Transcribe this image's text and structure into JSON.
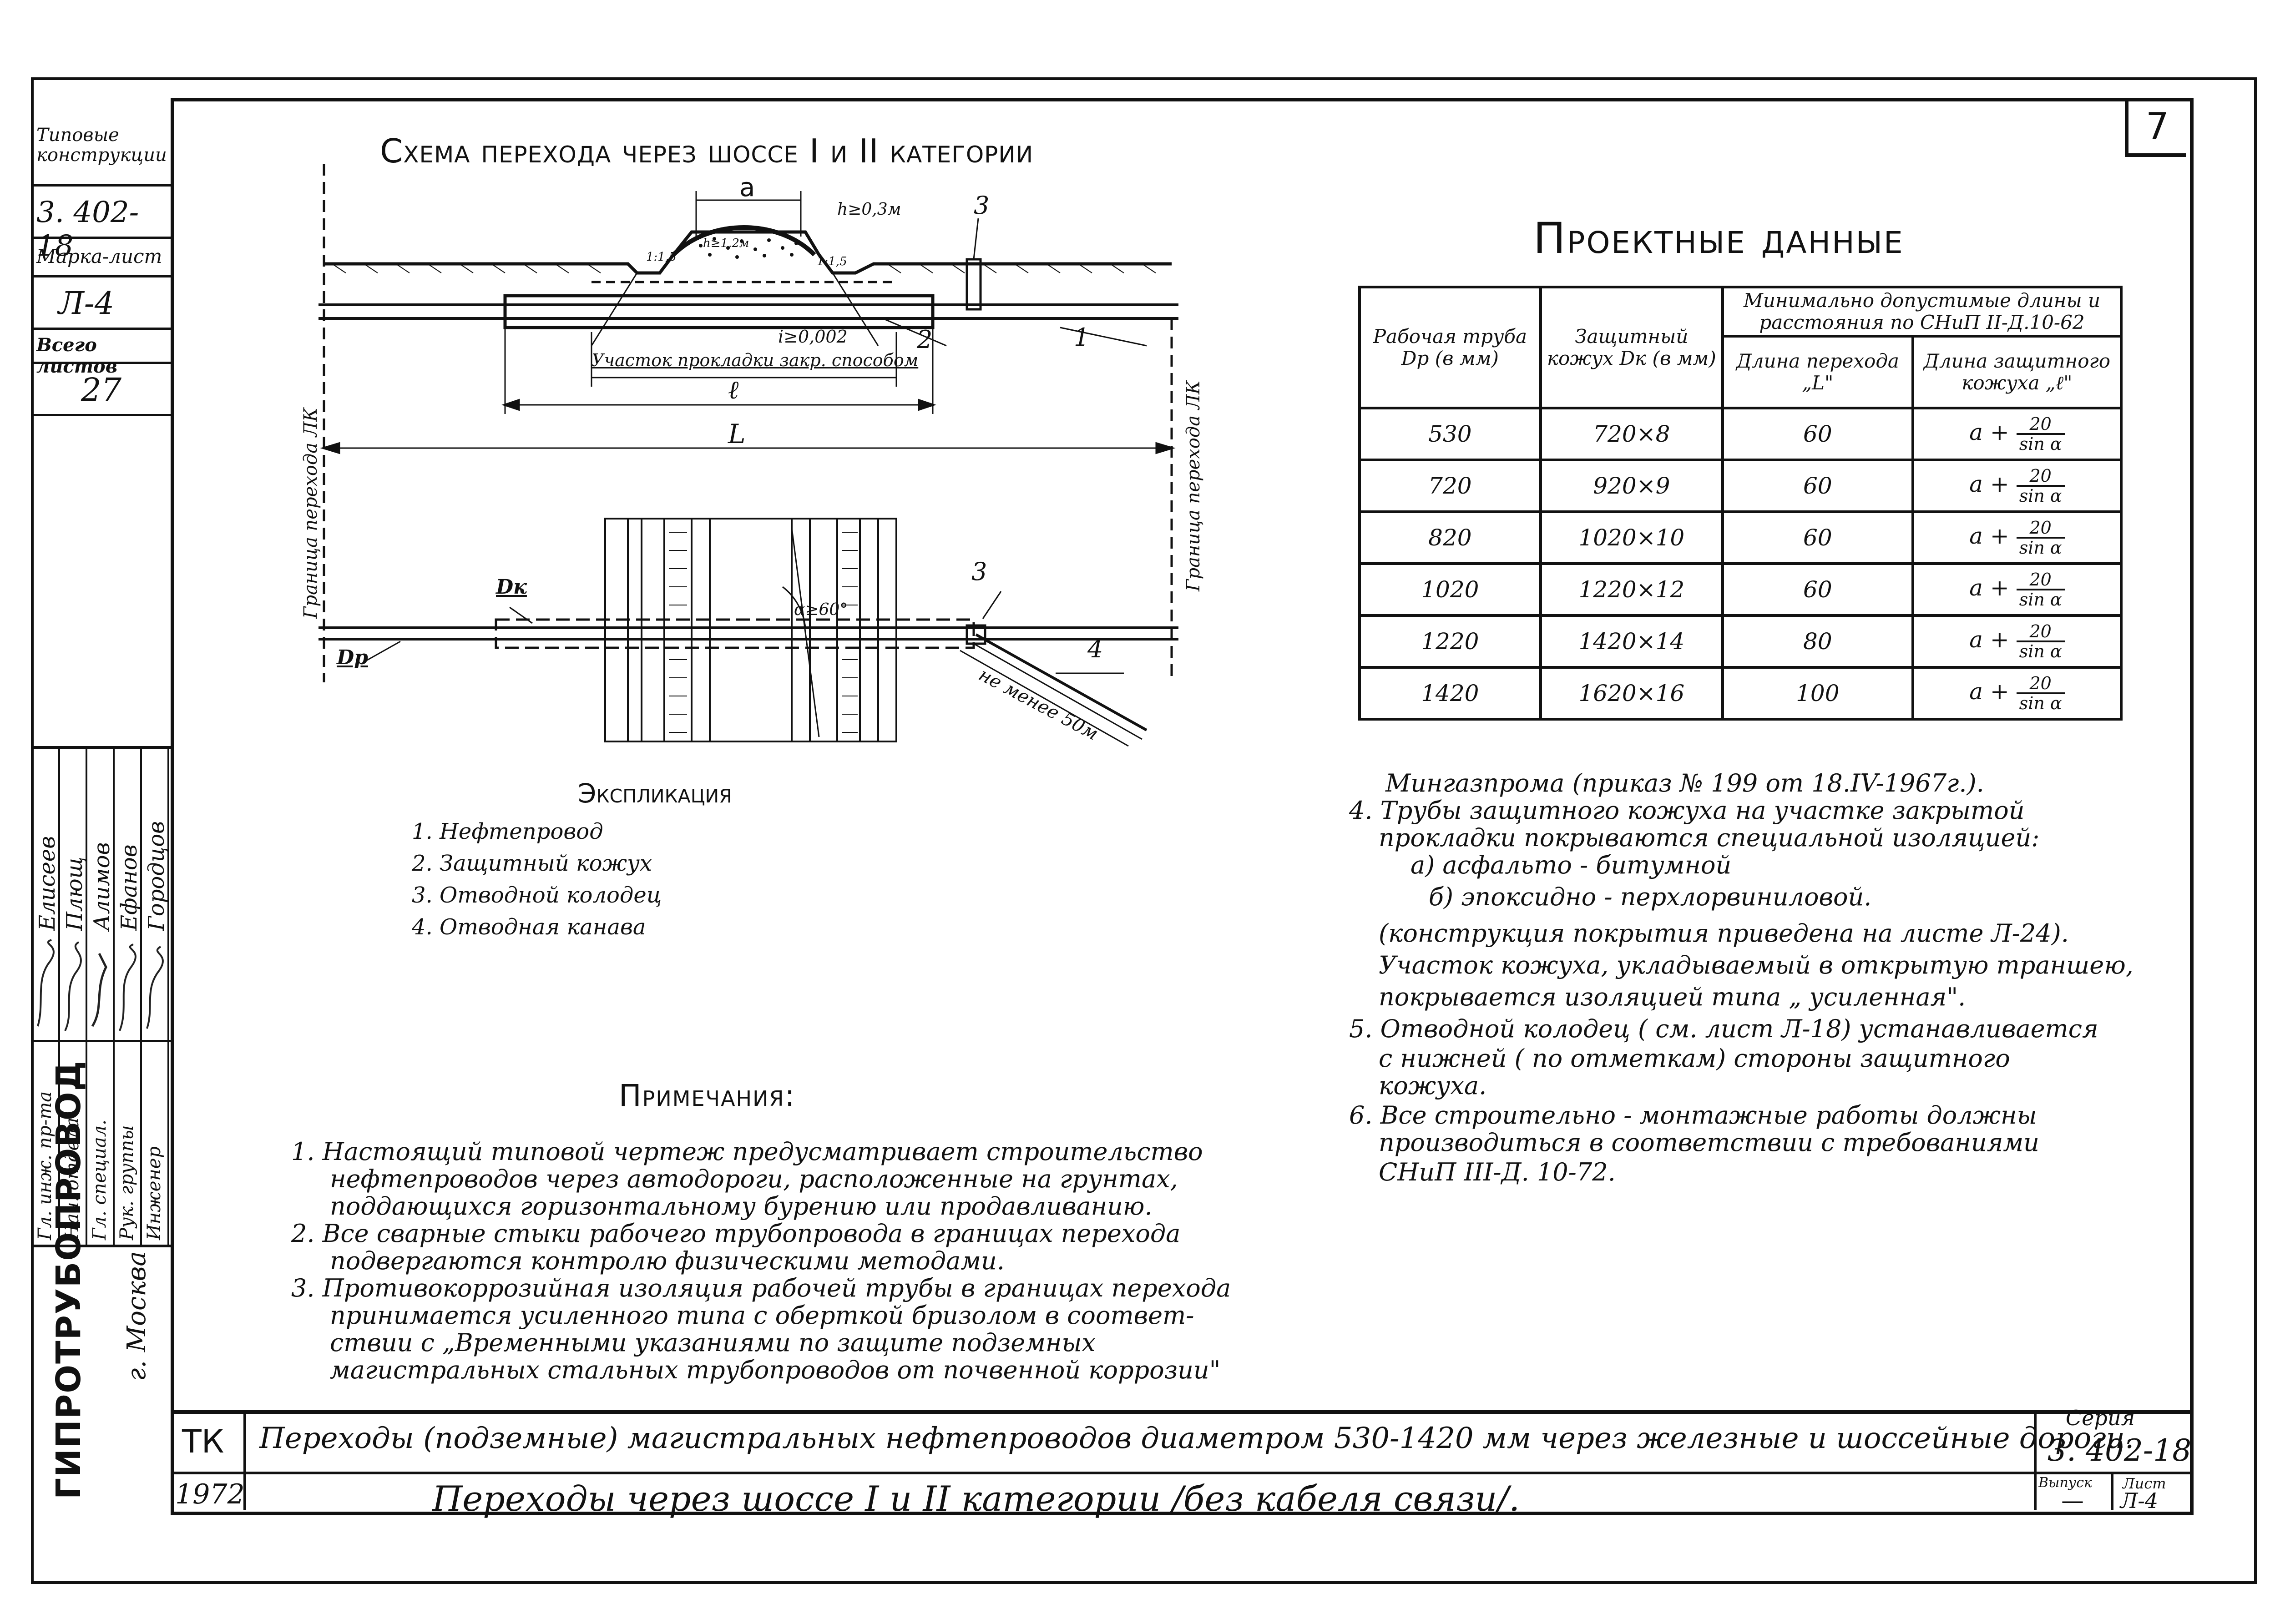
{
  "sheet_number": "7",
  "left_strip": {
    "label1": "Типовые конструкции",
    "code": "3. 402-18",
    "label2": "Марка-лист",
    "mark": "Л-4",
    "label3": "Всего листов",
    "total": "27"
  },
  "signatures": {
    "roles": [
      "Гл. инж. пр-та",
      "Нач. отдела",
      "Гл. специал.",
      "Рук. группы",
      "Инженер"
    ],
    "names": [
      "Елисеев",
      "Плющ",
      "Алимов",
      "Ефанов",
      "Городцов"
    ]
  },
  "org": {
    "name": "ГИПРОТРУБОПРОВОД",
    "city": "г. Москва"
  },
  "scheme": {
    "title": "Схема перехода через шоссе I и II категории",
    "labels": {
      "a": "a",
      "h_depth": "h≥0,3м",
      "h2": "h≥1,2м",
      "slope1": "1:1,5",
      "slope2": "1:1,5",
      "num3_top": "3",
      "num2": "2",
      "num1": "1",
      "i": "i≥0,002",
      "section": "Участок прокладки закр. способом",
      "l_small": "ℓ",
      "L_big": "L",
      "boundary_left": "Граница перехода ЛК",
      "boundary_right": "Граница перехода ЛК",
      "dk": "Dк",
      "dp": "Dр",
      "angle": "α≥60°",
      "num3_plan": "3",
      "num4": "4",
      "min50": "не менее 50м"
    }
  },
  "explication": {
    "title": "Экспликация",
    "items": [
      "1. Нефтепровод",
      "2. Защитный кожух",
      "3. Отводной колодец",
      "4. Отводная канава"
    ]
  },
  "project_data": {
    "title": "Проектные данные",
    "headers": {
      "col1": "Рабочая труба Dр (в мм)",
      "col2": "Защитный кожух Dк (в мм)",
      "group": "Минимально допустимые длины и расстояния по СНиП II-Д.10-62",
      "col3": "Длина перехода „L\"",
      "col4": "Длина защитного кожуха „ℓ\""
    },
    "rows": [
      {
        "dp": "530",
        "dk": "720×8",
        "L": "60",
        "l": "a +",
        "num": "20",
        "den": "sin α"
      },
      {
        "dp": "720",
        "dk": "920×9",
        "L": "60",
        "l": "a +",
        "num": "20",
        "den": "sin α"
      },
      {
        "dp": "820",
        "dk": "1020×10",
        "L": "60",
        "l": "a +",
        "num": "20",
        "den": "sin α"
      },
      {
        "dp": "1020",
        "dk": "1220×12",
        "L": "60",
        "l": "a +",
        "num": "20",
        "den": "sin α"
      },
      {
        "dp": "1220",
        "dk": "1420×14",
        "L": "80",
        "l": "a +",
        "num": "20",
        "den": "sin α"
      },
      {
        "dp": "1420",
        "dk": "1620×16",
        "L": "100",
        "l": "a +",
        "num": "20",
        "den": "sin α"
      }
    ]
  },
  "notes_right": [
    "Мингазпрома (приказ № 199 от 18.IV-1967г.).",
    "4. Трубы защитного кожуха на участке закрытой",
    "прокладки покрываются специальной изоляцией:",
    "а) асфальто - битумной",
    "б) эпоксидно - перхлорвиниловой.",
    "(конструкция покрытия приведена на листе Л-24).",
    "Участок кожуха, укладываемый в открытую траншею,",
    "покрывается изоляцией типа „ усиленная\".",
    "5. Отводной колодец ( см. лист Л-18) устанавливается",
    "с нижней ( по отметкам) стороны защитного",
    "кожуха.",
    "6. Все строительно - монтажные работы должны",
    "производиться в соответствии с требованиями",
    "СНиП III-Д. 10-72."
  ],
  "notes": {
    "title": "Примечания:",
    "lines": [
      "1. Настоящий типовой чертеж предусматривает строительство",
      "нефтепроводов через автодороги, расположенные на грунтах,",
      "поддающихся горизонтальному бурению или продавливанию.",
      "2. Все сварные стыки рабочего трубопровода в границах перехода",
      "подвергаются контролю физическими методами.",
      "3. Противокоррозийная изоляция рабочей трубы в границах перехода",
      "принимается усиленного типа с оберткой бризолом в соответ-",
      "ствии с „Временными указаниями по защите подземных",
      "магистральных стальных трубопроводов от почвенной коррозии\""
    ]
  },
  "title_block": {
    "tk": "ТК",
    "year": "1972",
    "main_title": "Переходы (подземные) магистральных нефтепроводов диаметром 530-1420 мм через железные и шоссейные дороги.",
    "sub_title": "Переходы через шоссе I и II категории /без кабеля связи/.",
    "series_label": "Серия",
    "series": "3. 402-18",
    "issue_label": "Выпуск",
    "issue": "—",
    "sheet_label": "Лист",
    "sheet": "Л-4"
  }
}
